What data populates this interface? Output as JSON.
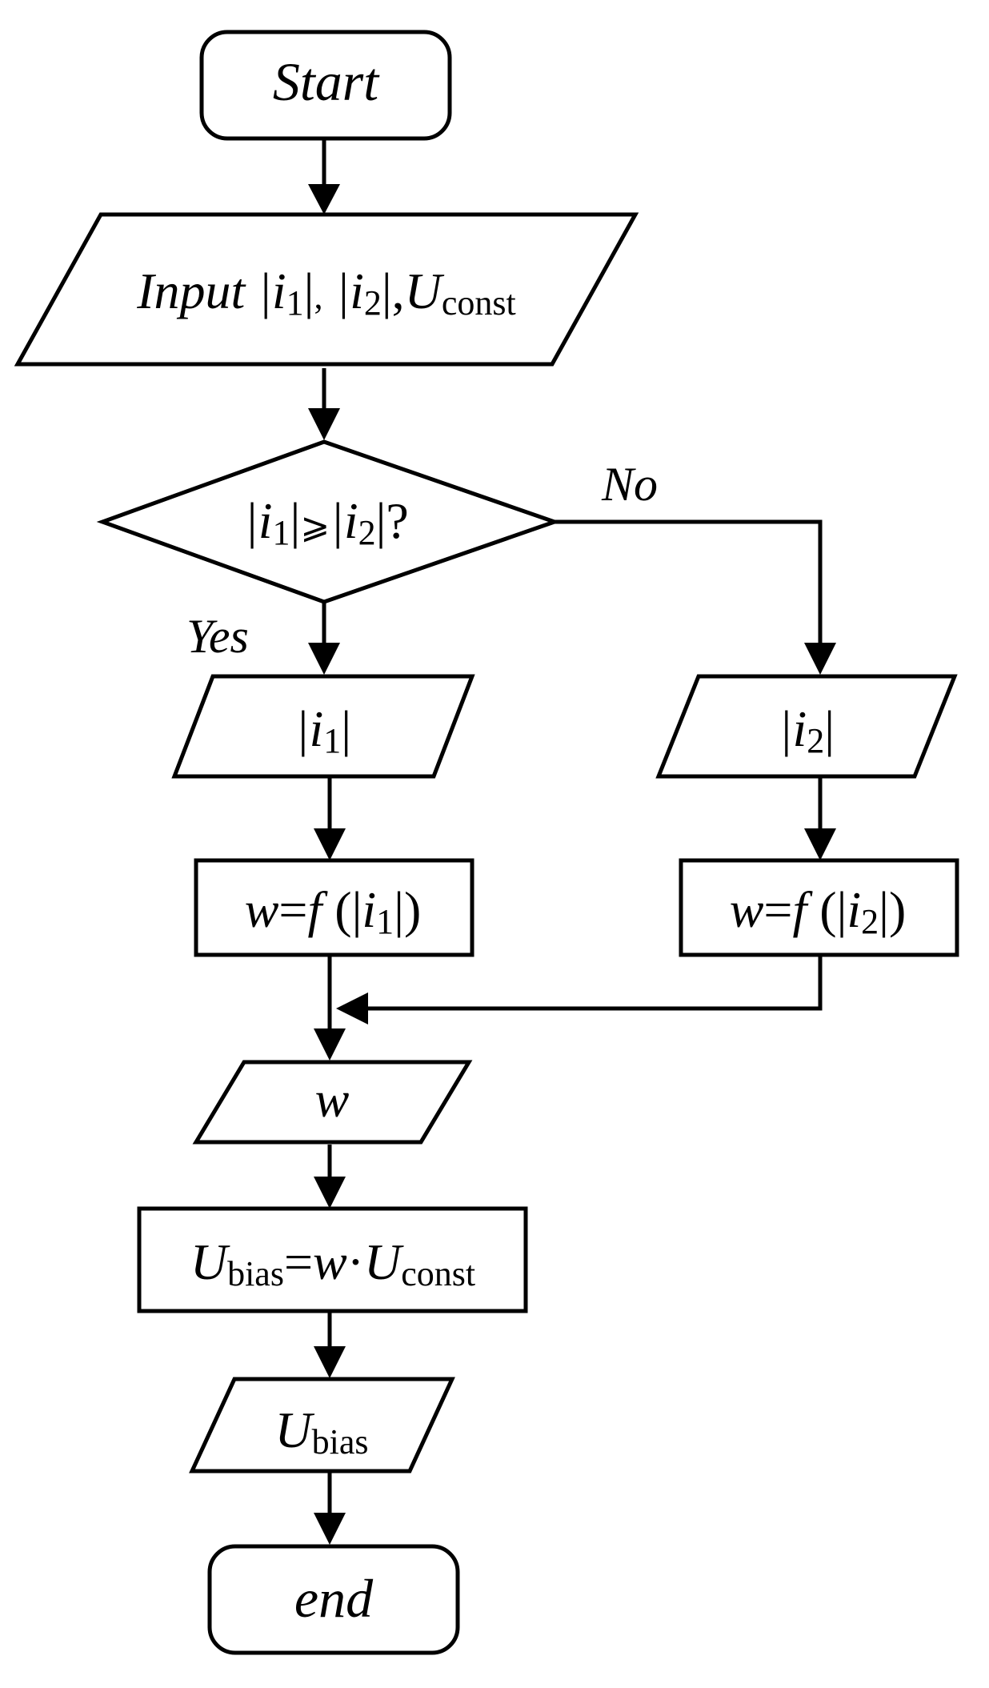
{
  "flowchart": {
    "start": "Start",
    "input": {
      "word": "Input",
      "bar_i": "|i",
      "one": "1",
      "bar": "|",
      "comma": ",",
      "bar_i2": "|i",
      "two": "2",
      "bar2": "|",
      "comma2": ",",
      "U": "U",
      "const": "const"
    },
    "decision": {
      "bar_i": "|i",
      "one": "1",
      "bar": "|",
      "geq": "⩾",
      "bar_i2": "|i",
      "two": "2",
      "bar2": "|",
      "q": "?"
    },
    "yes_label": "Yes",
    "no_label": "No",
    "left_output": {
      "bar_i": "|i",
      "one": "1",
      "bar": "|"
    },
    "right_output": {
      "bar_i": "|i",
      "two": "2",
      "bar": "|"
    },
    "left_process": {
      "w": "w",
      "eq": "=",
      "f": "f",
      "open": " (|",
      "i": "i",
      "one": "1",
      "close": "|)"
    },
    "right_process": {
      "w": "w",
      "eq": "=",
      "f": "f",
      "open": " (|",
      "i": "i",
      "two": "2",
      "close": "|)"
    },
    "w_output": "w",
    "bias_process": {
      "U": "U",
      "bias": "bias",
      "eq": "=",
      "w": "w",
      "dot": "·",
      "U2": "U",
      "const": "const"
    },
    "bias_output": {
      "U": "U",
      "bias": "bias"
    },
    "end": "end"
  },
  "colors": {
    "stroke": "#000000",
    "fill": "#ffffff",
    "text": "#000000"
  }
}
